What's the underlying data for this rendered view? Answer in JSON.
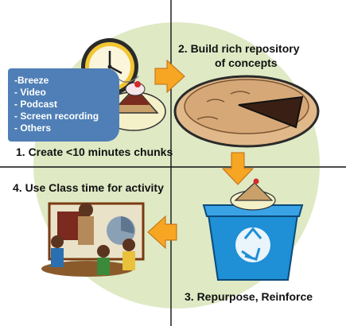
{
  "steps": {
    "step1": "1. Create <10 minutes chunks",
    "step2_line1": "2. Build rich repository",
    "step2_line2": "of concepts",
    "step3": "3. Repurpose, Reinforce",
    "step4": "4. Use Class time for activity"
  },
  "formats": {
    "items": [
      "-Breeze",
      "- Video",
      "- Podcast",
      "- Screen recording",
      "- Others"
    ]
  },
  "colors": {
    "circle": "#dfe9c4",
    "arrow": "#f7a623",
    "list_box": "#4f7fb6",
    "recycle_bin": "#1f8fd6"
  },
  "icons": [
    "clock-icon",
    "pie-slice-icon",
    "whole-pie-icon",
    "recycle-bin-icon",
    "classroom-icon",
    "arrow-right-icon",
    "arrow-down-icon",
    "arrow-left-icon"
  ]
}
